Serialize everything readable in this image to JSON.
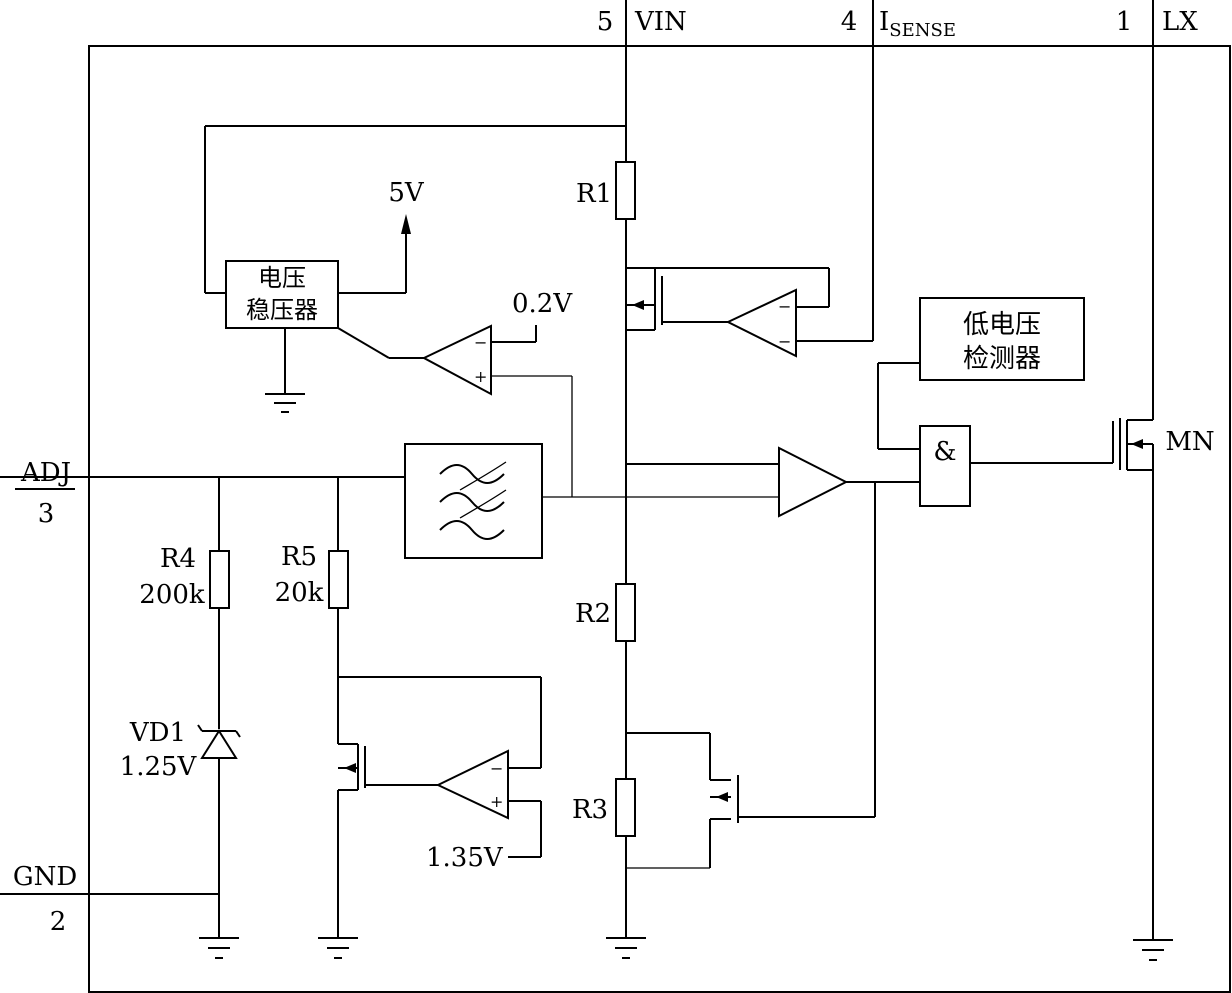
{
  "pins": {
    "vin_num": "5",
    "vin_name": "VIN",
    "isense_num": "4",
    "isense_main": "I",
    "isense_sub": "SENSE",
    "lx_num": "1",
    "lx_name": "LX",
    "adj_name": "ADJ",
    "adj_num": "3",
    "gnd_name": "GND",
    "gnd_num": "2"
  },
  "blocks": {
    "regulator_line1": "电压",
    "regulator_line2": "稳压器",
    "lvd_line1": "低电压",
    "lvd_line2": "检测器",
    "and_gate": "&"
  },
  "components": {
    "r1": "R1",
    "r2": "R2",
    "r3": "R3",
    "r4": "R4",
    "r4_value": "200k",
    "r5": "R5",
    "r5_value": "20k",
    "vd1": "VD1",
    "vd1_value": "1.25V",
    "mn": "MN"
  },
  "references": {
    "reg_out": "5V",
    "ref_02": "0.2V",
    "ref_135": "1.35V"
  },
  "signs": {
    "minus": "−",
    "plus": "+"
  }
}
